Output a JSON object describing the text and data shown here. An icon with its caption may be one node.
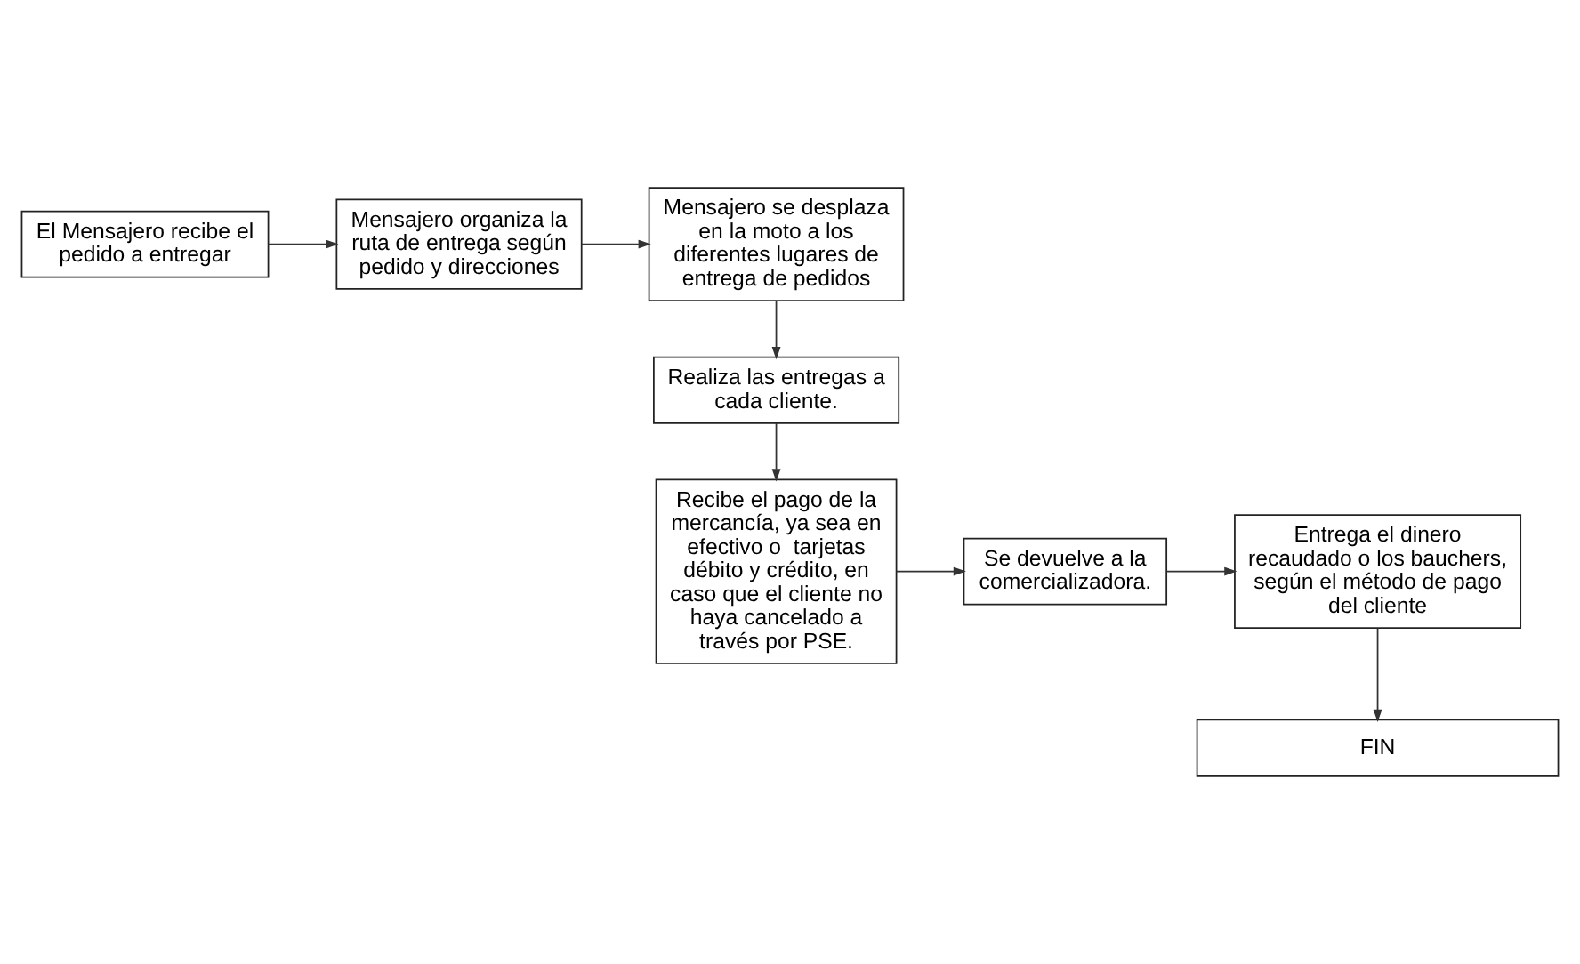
{
  "diagram": {
    "nodes": [
      {
        "text": [
          "El Mensajero recibe el pedido a entregar"
        ]
      },
      {
        "text": [
          "Mensajero organiza la ruta de entrega según pedido y direcciones"
        ]
      },
      {
        "text": [
          "Mensajero se desplaza en la moto a los diferentes lugares de entrega de pedidos"
        ]
      },
      {
        "text": [
          "Realiza las entregas a cada cliente."
        ]
      },
      {
        "text": [
          "Recibe el pago de la mercancía, ya sea en efectivo o  tarjetas débito y crédito, en caso que el cliente no haya cancelado a través por PSE."
        ]
      },
      {
        "text": [
          "Se devuelve a la comercializadora."
        ]
      },
      {
        "text": [
          "Entrega el dinero recaudado o los bauchers, según el método de pago del cliente"
        ]
      },
      {
        "text": [
          "FIN"
        ]
      }
    ],
    "edges": [
      {
        "from": 0,
        "to": 1,
        "arrow": "to"
      },
      {
        "from": 1,
        "to": 2,
        "arrow": "to"
      },
      {
        "from": 2,
        "to": 3,
        "arrow": "to"
      },
      {
        "from": 3,
        "to": 4,
        "arrow": "to"
      },
      {
        "from": 4,
        "to": 5,
        "arrow": "to"
      },
      {
        "from": 5,
        "to": 6,
        "arrow": "to"
      },
      {
        "from": 6,
        "to": 7,
        "arrow": "to"
      }
    ]
  }
}
